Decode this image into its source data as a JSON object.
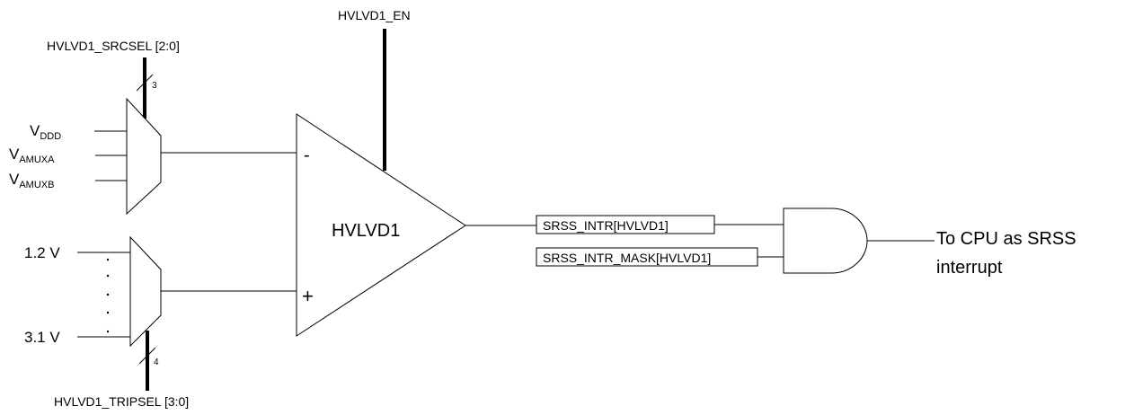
{
  "signals": {
    "en": "HVLVD1_EN",
    "srcsel": "HVLVD1_SRCSEL [2:0]",
    "tripsel": "HVLVD1_TRIPSEL [3:0]",
    "srcsel_width": "3",
    "tripsel_width": "4"
  },
  "inputs": {
    "vddd": {
      "base": "V",
      "sub": "DDD"
    },
    "vamuxa": {
      "base": "V",
      "sub": "AMUXA"
    },
    "vamuxb": {
      "base": "V",
      "sub": "AMUXB"
    },
    "v_low": "1.2 V",
    "v_high": "3.1 V"
  },
  "comparator": {
    "label": "HVLVD1",
    "minus": "-",
    "plus": "+"
  },
  "registers": {
    "intr": "SRSS_INTR[HVLVD1]",
    "intr_mask": "SRSS_INTR_MASK[HVLVD1]"
  },
  "output": {
    "line1": "To CPU as SRSS",
    "line2": "interrupt"
  }
}
